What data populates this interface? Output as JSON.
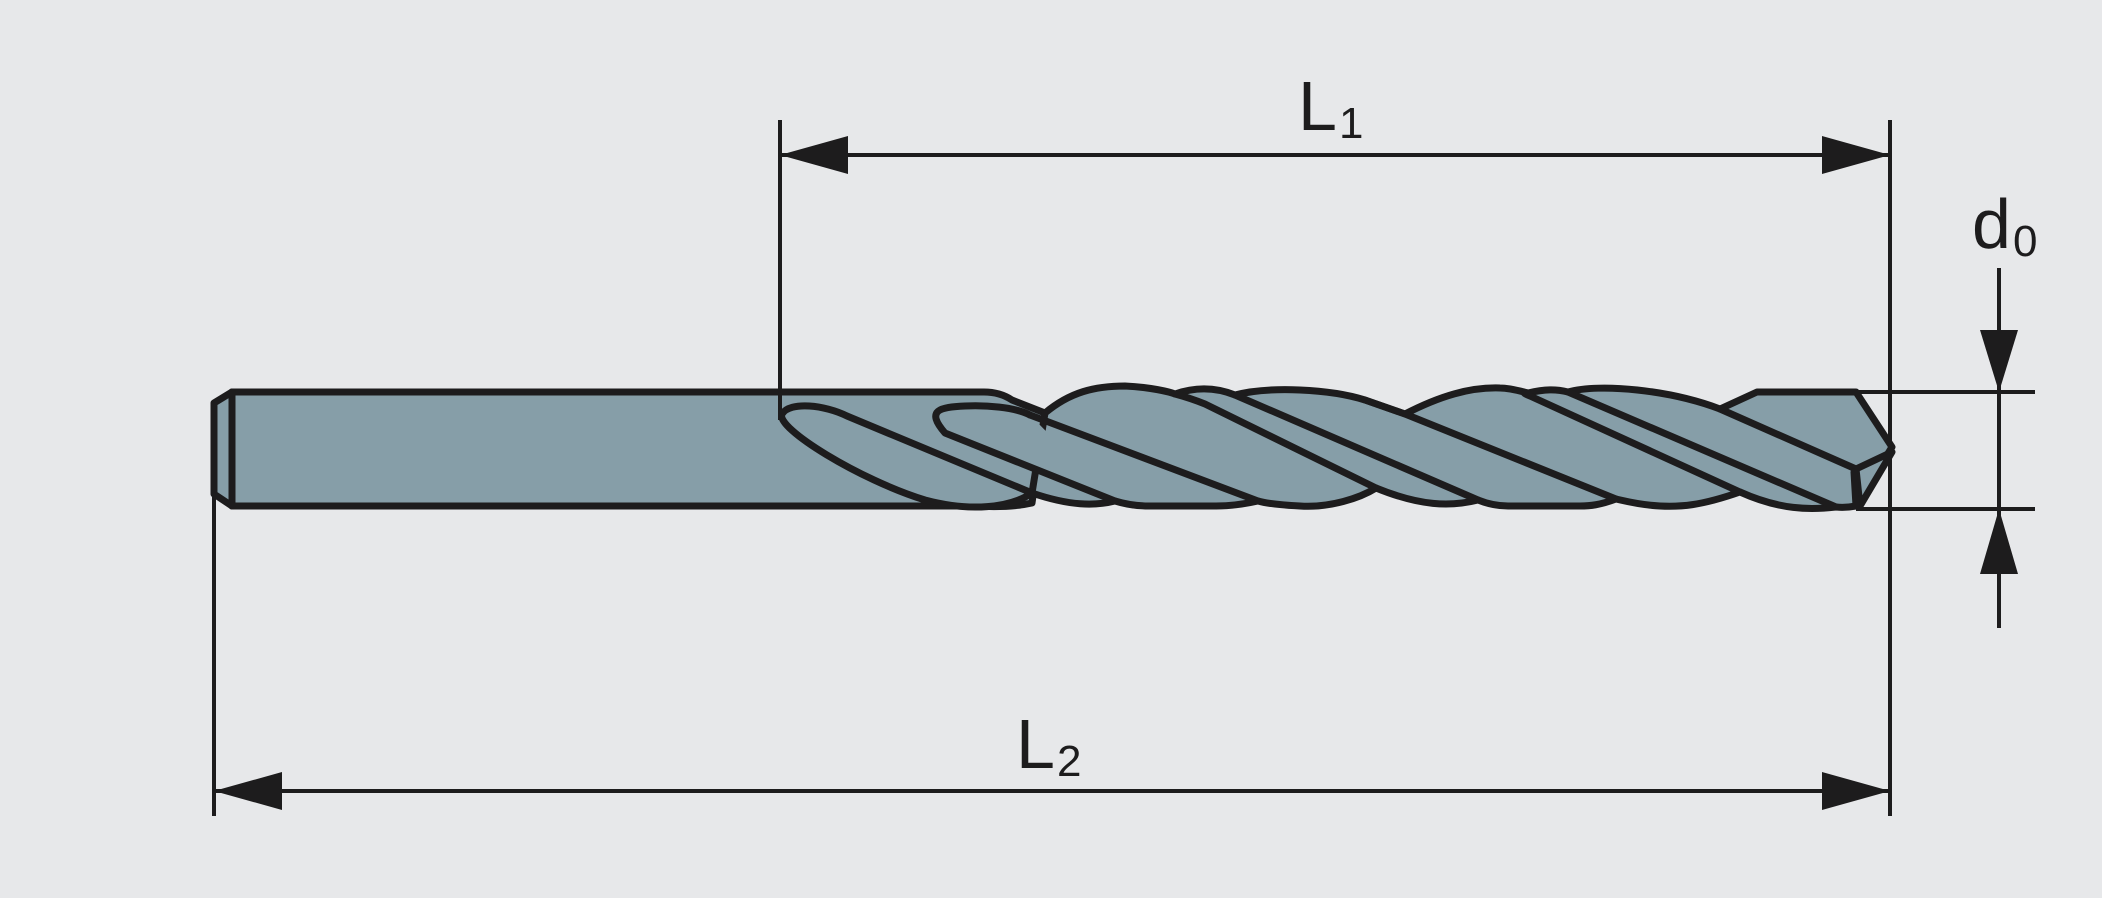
{
  "colors": {
    "background": "#e7e8ea",
    "drill_body": "#869ea8",
    "line": "#1d1c1d"
  },
  "dimensions": {
    "L1": {
      "letter": "L",
      "subscript": "1"
    },
    "L2": {
      "letter": "L",
      "subscript": "2"
    },
    "d0": {
      "letter": "d",
      "subscript": "0"
    }
  }
}
